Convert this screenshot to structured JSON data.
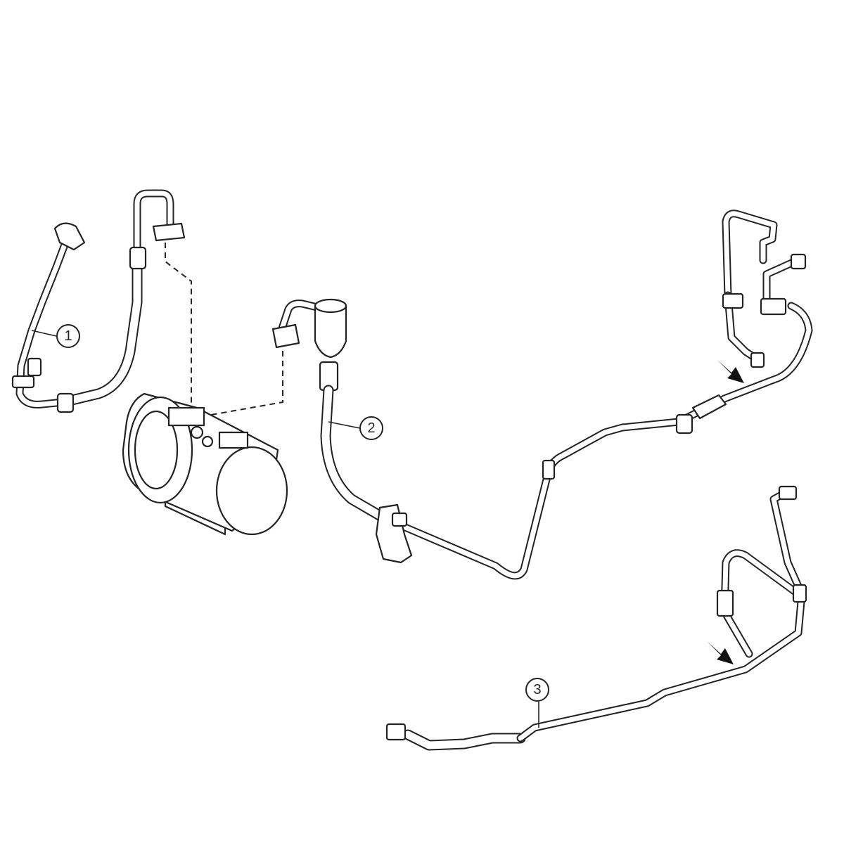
{
  "diagram": {
    "type": "parts-exploded-view",
    "callouts": [
      {
        "id": "1",
        "label": "1"
      },
      {
        "id": "2",
        "label": "2"
      },
      {
        "id": "3",
        "label": "3"
      }
    ],
    "colors": {
      "line": "#222222",
      "background": "#ffffff"
    }
  }
}
